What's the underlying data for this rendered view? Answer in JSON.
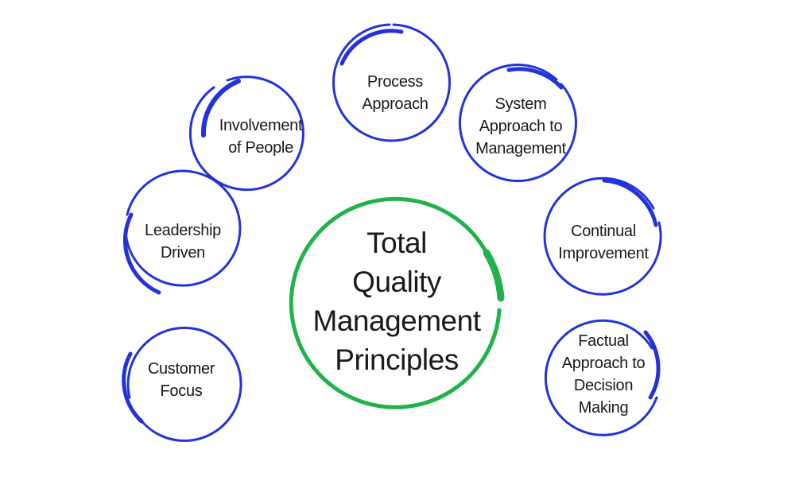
{
  "colors": {
    "center_ring": "#1fb34a",
    "outer_ring": "#2233dd",
    "text": "#1a1a1a",
    "background": "#ffffff"
  },
  "center": {
    "lines": [
      "Total",
      "Quality",
      "Management",
      "Principles"
    ]
  },
  "principles": [
    {
      "lines": [
        "Customer",
        "Focus"
      ]
    },
    {
      "lines": [
        "Leadership",
        "Driven"
      ]
    },
    {
      "lines": [
        "Involvement",
        "of People"
      ]
    },
    {
      "lines": [
        "Process",
        "Approach"
      ]
    },
    {
      "lines": [
        "System",
        "Approach to",
        "Management"
      ]
    },
    {
      "lines": [
        "Continual",
        "Improvement"
      ]
    },
    {
      "lines": [
        "Factual",
        "Approach to",
        "Decision",
        "Making"
      ]
    }
  ]
}
